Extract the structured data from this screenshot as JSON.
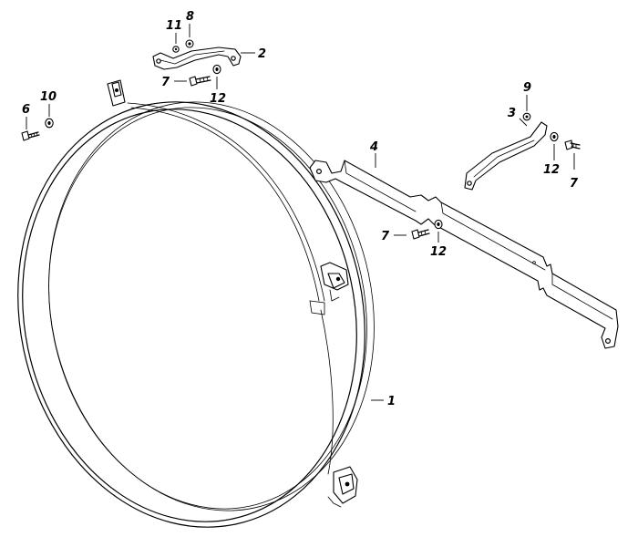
{
  "callouts": {
    "c1": "1",
    "c2": "2",
    "c3": "3",
    "c4": "4",
    "c6": "6",
    "c7a": "7",
    "c7b": "7",
    "c7c": "7",
    "c8": "8",
    "c9": "9",
    "c10": "10",
    "c11": "11",
    "c12a": "12",
    "c12b": "12",
    "c12c": "12"
  }
}
